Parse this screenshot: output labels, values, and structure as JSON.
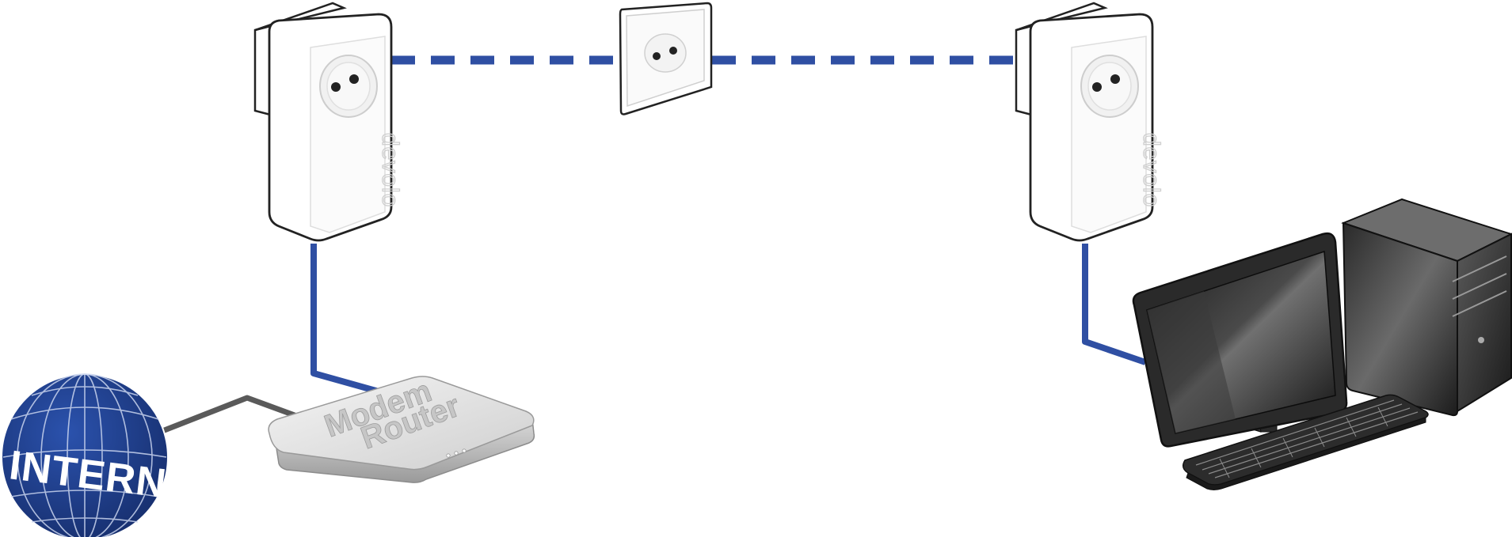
{
  "labels": {
    "internet": "INTERNET",
    "modem_line1": "Modem",
    "modem_line2": "Router",
    "brand_left": "devolo",
    "brand_right": "devolo"
  },
  "colors": {
    "powerline": "#2f4fa3",
    "lan_cable": "#2f4fa3",
    "wan_cable": "#5a5a5a",
    "globe": "#1f3d8a",
    "adapter_outline": "#222222"
  }
}
